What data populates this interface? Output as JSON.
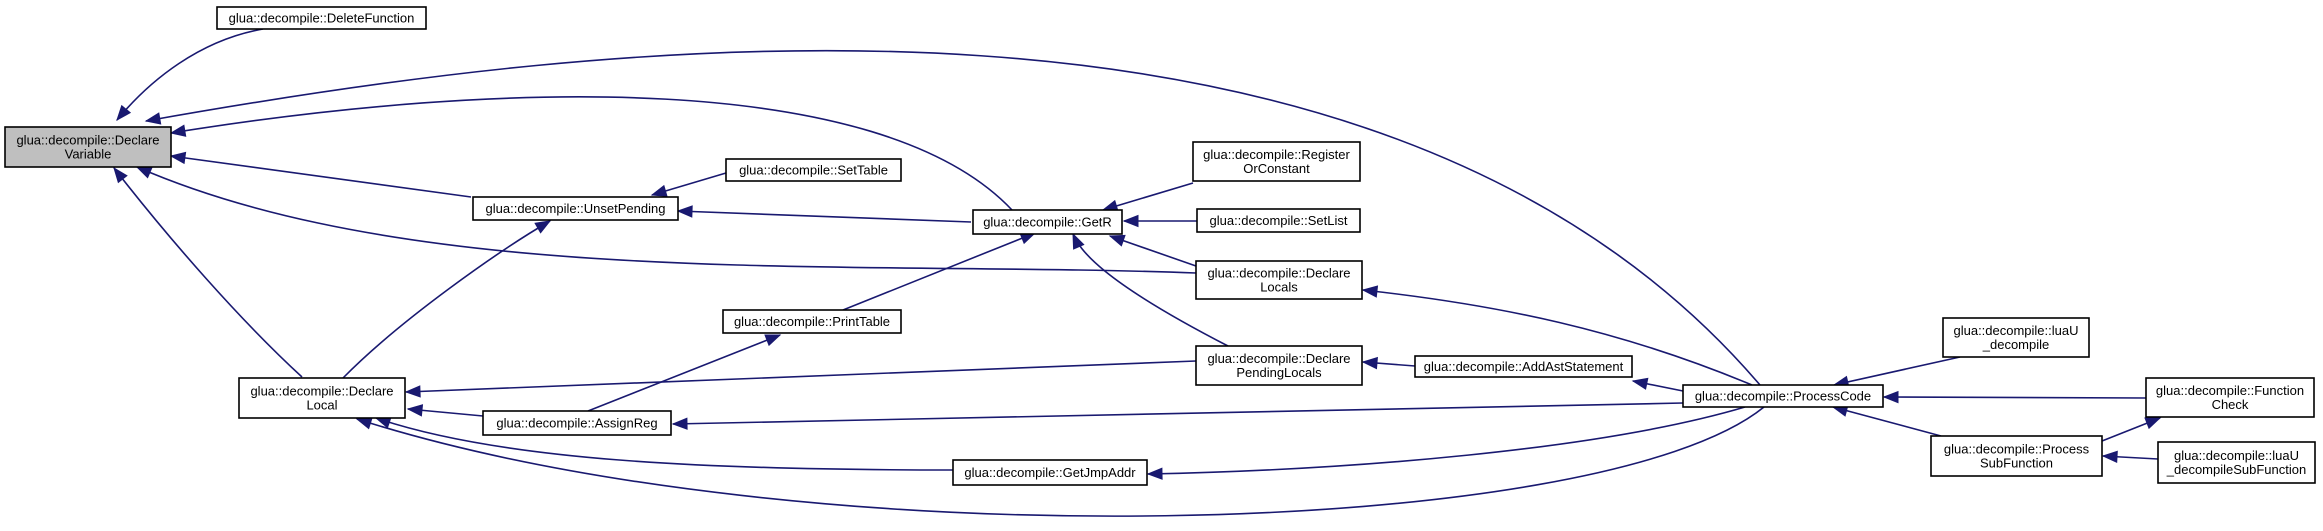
{
  "diagram": {
    "type": "call-graph",
    "colors": {
      "edge": "#191970",
      "root_fill": "#bfbfbf",
      "node_fill": "#ffffff",
      "node_border": "#000000"
    },
    "nodes": [
      {
        "id": "declare_variable",
        "lines": [
          "glua::decompile::Declare",
          "Variable"
        ],
        "root": true
      },
      {
        "id": "delete_function",
        "lines": [
          "glua::decompile::DeleteFunction"
        ]
      },
      {
        "id": "unset_pending",
        "lines": [
          "glua::decompile::UnsetPending"
        ]
      },
      {
        "id": "set_table",
        "lines": [
          "glua::decompile::SetTable"
        ]
      },
      {
        "id": "get_r",
        "lines": [
          "glua::decompile::GetR"
        ]
      },
      {
        "id": "register_or_constant",
        "lines": [
          "glua::decompile::Register",
          "OrConstant"
        ]
      },
      {
        "id": "set_list",
        "lines": [
          "glua::decompile::SetList"
        ]
      },
      {
        "id": "declare_locals",
        "lines": [
          "glua::decompile::Declare",
          "Locals"
        ]
      },
      {
        "id": "print_table",
        "lines": [
          "glua::decompile::PrintTable"
        ]
      },
      {
        "id": "declare_local",
        "lines": [
          "glua::decompile::Declare",
          "Local"
        ]
      },
      {
        "id": "assign_reg",
        "lines": [
          "glua::decompile::AssignReg"
        ]
      },
      {
        "id": "declare_pending_locals",
        "lines": [
          "glua::decompile::Declare",
          "PendingLocals"
        ]
      },
      {
        "id": "add_ast_statement",
        "lines": [
          "glua::decompile::AddAstStatement"
        ]
      },
      {
        "id": "process_code",
        "lines": [
          "glua::decompile::ProcessCode"
        ]
      },
      {
        "id": "get_jmp_addr",
        "lines": [
          "glua::decompile::GetJmpAddr"
        ]
      },
      {
        "id": "luau_decompile",
        "lines": [
          "glua::decompile::luaU",
          "_decompile"
        ]
      },
      {
        "id": "process_sub_function",
        "lines": [
          "glua::decompile::Process",
          "SubFunction"
        ]
      },
      {
        "id": "function_check",
        "lines": [
          "glua::decompile::Function",
          "Check"
        ]
      },
      {
        "id": "luau_decompile_sub_function",
        "lines": [
          "glua::decompile::luaU",
          "_decompileSubFunction"
        ]
      }
    ],
    "edges": [
      {
        "from": "delete_function",
        "to": "declare_variable"
      },
      {
        "from": "process_code",
        "to": "declare_variable"
      },
      {
        "from": "get_r",
        "to": "declare_variable"
      },
      {
        "from": "unset_pending",
        "to": "declare_variable"
      },
      {
        "from": "declare_locals",
        "to": "declare_variable"
      },
      {
        "from": "declare_local",
        "to": "declare_variable"
      },
      {
        "from": "set_table",
        "to": "unset_pending"
      },
      {
        "from": "get_r",
        "to": "unset_pending"
      },
      {
        "from": "declare_local",
        "to": "unset_pending"
      },
      {
        "from": "register_or_constant",
        "to": "get_r"
      },
      {
        "from": "set_list",
        "to": "get_r"
      },
      {
        "from": "declare_locals",
        "to": "get_r"
      },
      {
        "from": "declare_pending_locals",
        "to": "get_r"
      },
      {
        "from": "print_table",
        "to": "get_r"
      },
      {
        "from": "assign_reg",
        "to": "print_table"
      },
      {
        "from": "process_code",
        "to": "declare_locals"
      },
      {
        "from": "declare_pending_locals",
        "to": "declare_local"
      },
      {
        "from": "assign_reg",
        "to": "declare_local"
      },
      {
        "from": "get_jmp_addr",
        "to": "declare_local"
      },
      {
        "from": "process_code",
        "to": "declare_local"
      },
      {
        "from": "process_code",
        "to": "assign_reg"
      },
      {
        "from": "add_ast_statement",
        "to": "declare_pending_locals"
      },
      {
        "from": "process_code",
        "to": "add_ast_statement"
      },
      {
        "from": "process_code",
        "to": "get_jmp_addr"
      },
      {
        "from": "luau_decompile",
        "to": "process_code"
      },
      {
        "from": "function_check",
        "to": "process_code"
      },
      {
        "from": "process_sub_function",
        "to": "process_code"
      },
      {
        "from": "process_sub_function",
        "to": "function_check"
      },
      {
        "from": "luau_decompile_sub_function",
        "to": "process_sub_function"
      }
    ]
  }
}
